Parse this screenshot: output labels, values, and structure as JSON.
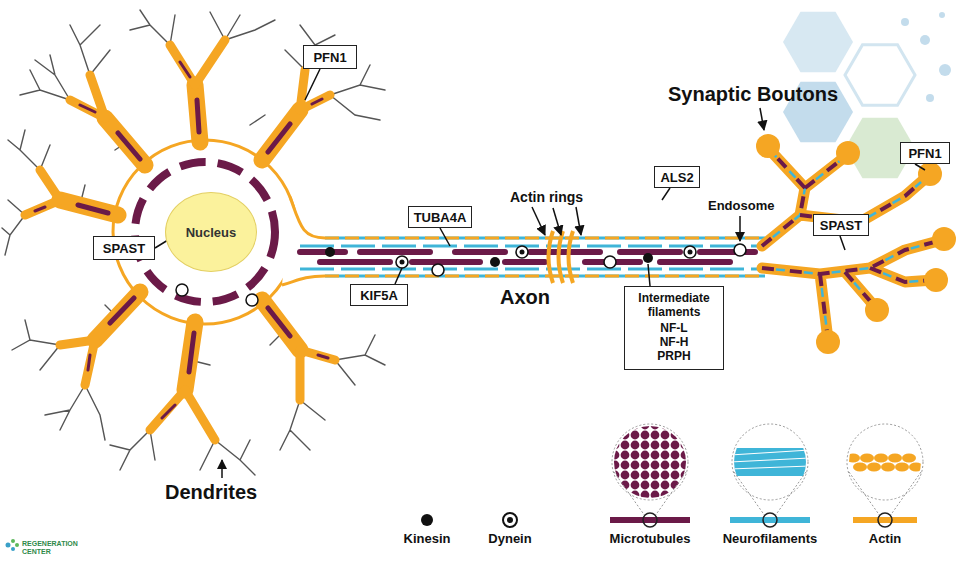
{
  "diagram": {
    "nodes": [
      {
        "text": [
          "PFN1"
        ]
      },
      {
        "text": [
          "SPAST"
        ]
      },
      {
        "text": [
          "Nucleus"
        ]
      },
      {
        "text": [
          "TUBA4A"
        ]
      },
      {
        "text": [
          "KIF5A"
        ]
      },
      {
        "text": [
          "ALS2"
        ]
      },
      {
        "text": [
          "Intermediate filaments",
          "NF-L NF-H PRPH"
        ]
      },
      {
        "text": [
          "PFN1"
        ]
      },
      {
        "text": [
          "SPAST"
        ]
      }
    ],
    "labels": [
      "Synaptic Boutons",
      "Actin rings",
      "Endosome",
      "Axon",
      "Dendrites",
      "REGENERATION CENTER"
    ],
    "legend": [
      {
        "text": "Kinesin"
      },
      {
        "text": "Dynein"
      },
      {
        "text": "Microtubules",
        "color": "#6b1a48"
      },
      {
        "text": "Neurofilaments",
        "color": "#3fb5d8"
      },
      {
        "text": "Actin",
        "color": "#f5a623"
      }
    ]
  }
}
